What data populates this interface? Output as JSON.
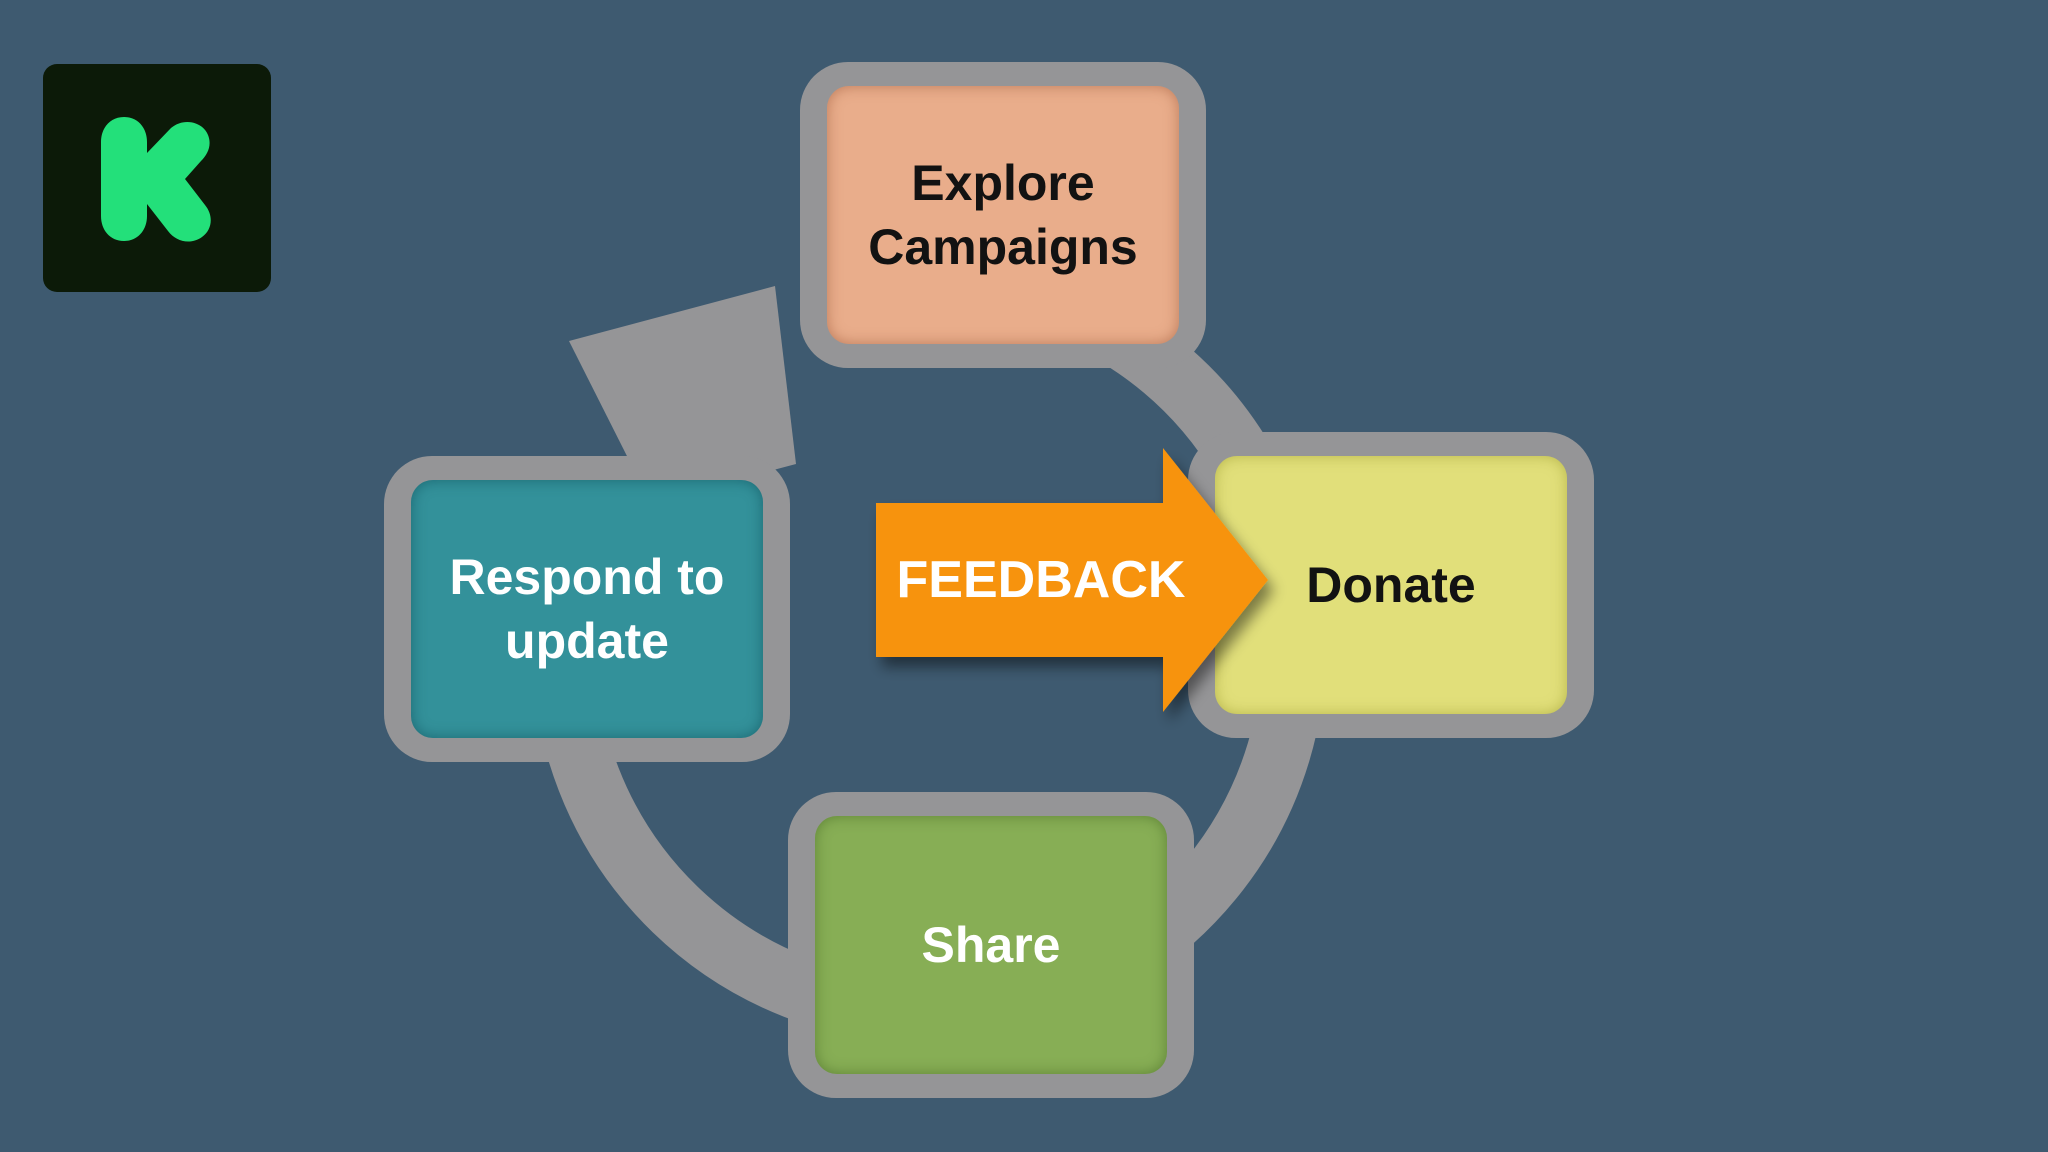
{
  "logo": {
    "letter": "K",
    "icon": "kickstarter-k-logo",
    "tile_color": "#0c1a08",
    "letter_color": "#23e07a"
  },
  "diagram": {
    "type": "cycle",
    "background": "#3e5a70",
    "ring_color": "#959597",
    "steps": [
      {
        "id": "explore",
        "label": "Explore Campaigns",
        "color": "#e9ad8b"
      },
      {
        "id": "donate",
        "label": "Donate",
        "color": "#e1df7a"
      },
      {
        "id": "share",
        "label": "Share",
        "color": "#87ae55"
      },
      {
        "id": "respond",
        "label": "Respond to update",
        "color": "#33919a"
      }
    ],
    "feedback": {
      "label": "FEEDBACK",
      "color": "#f7930b",
      "points_to": "donate"
    }
  }
}
